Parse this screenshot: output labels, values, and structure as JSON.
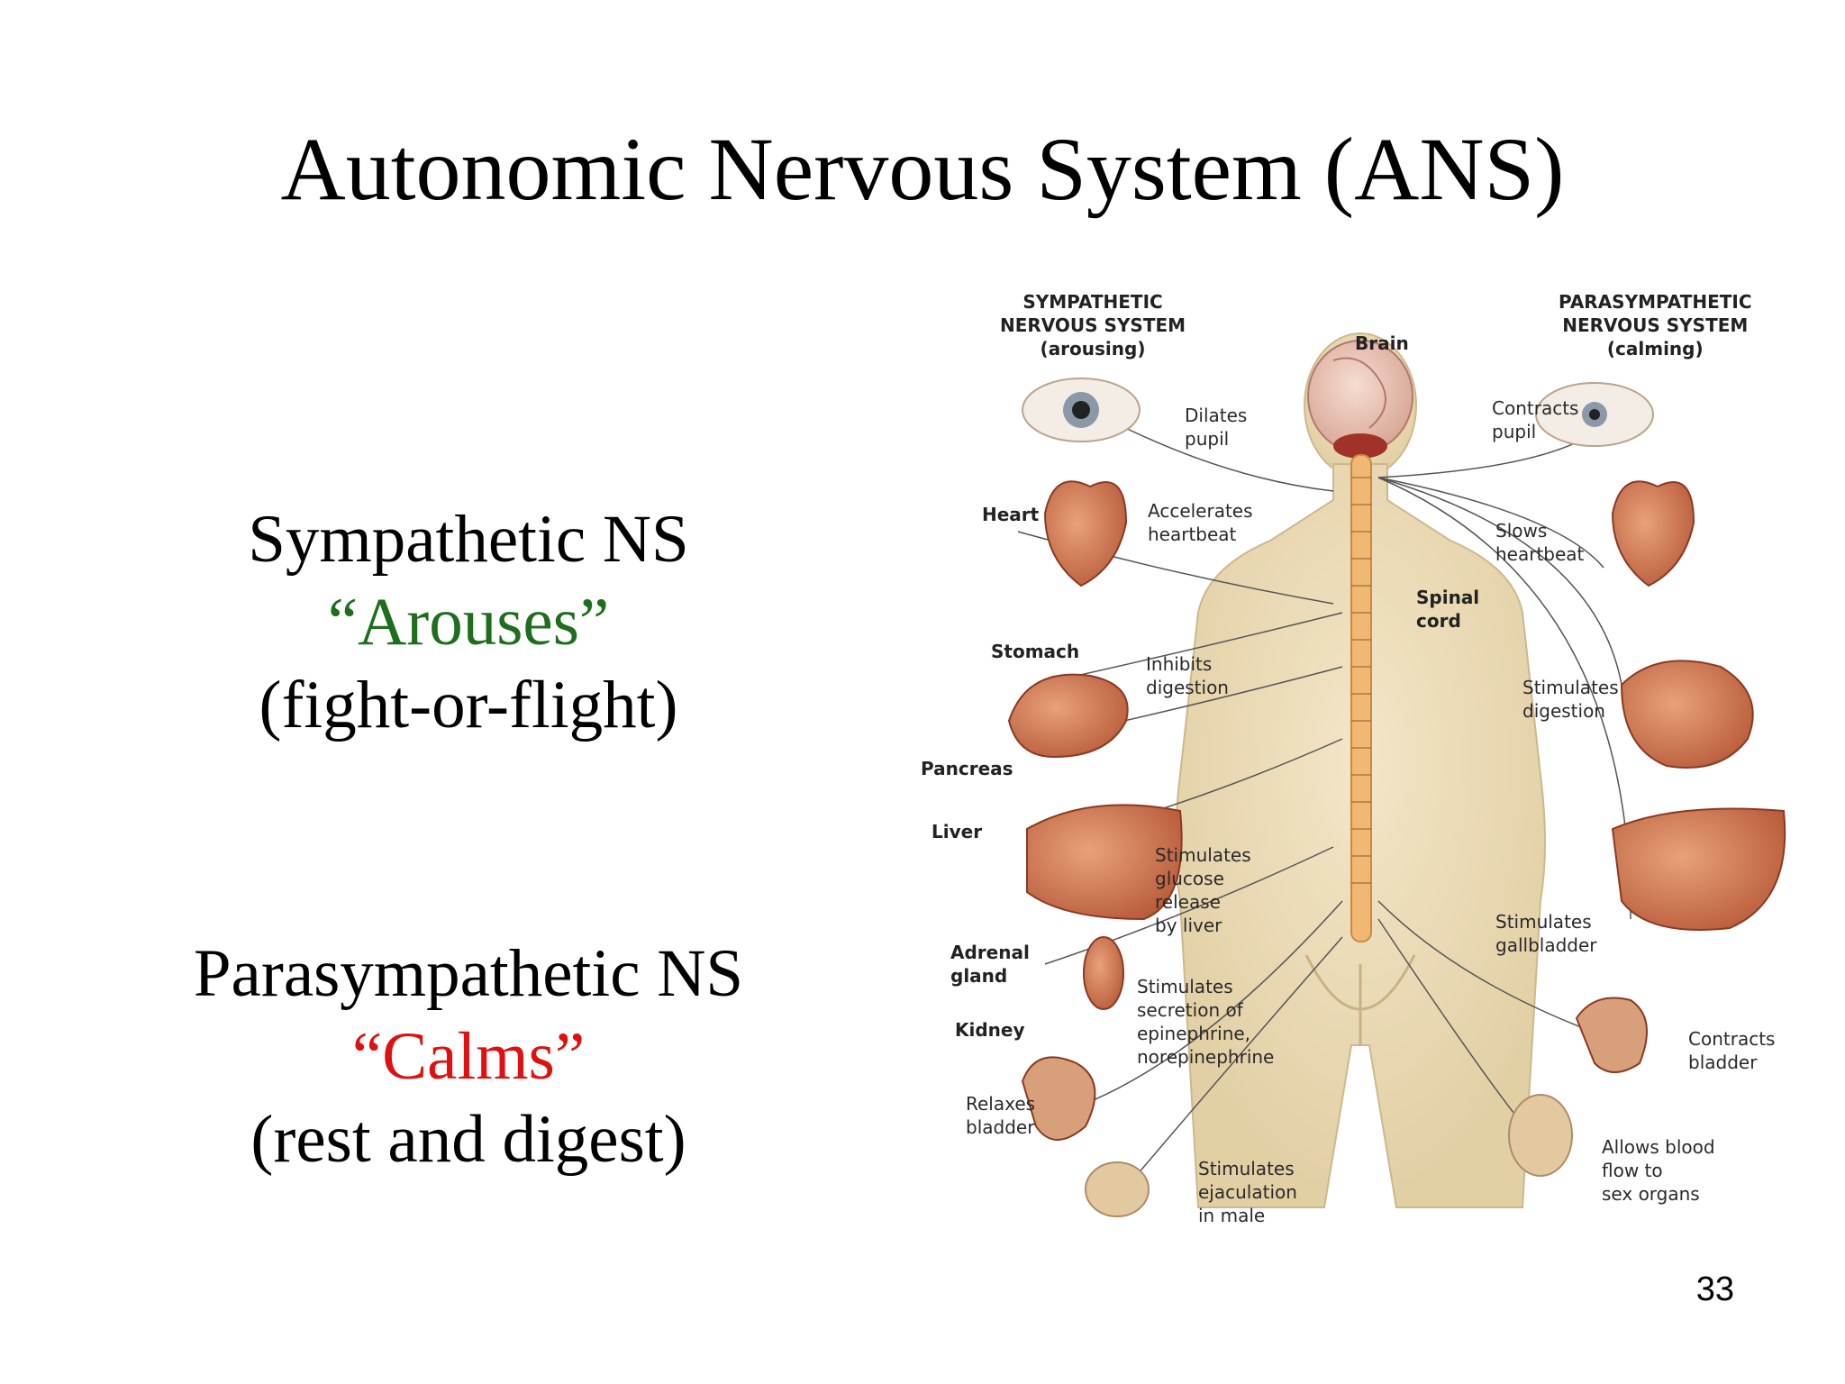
{
  "slide": {
    "title": "Autonomic Nervous System (ANS)",
    "page_number": "33",
    "sympathetic": {
      "name": "Sympathetic NS",
      "quote": "“Arouses”",
      "note": "(fight-or-flight)"
    },
    "parasympathetic": {
      "name": "Parasympathetic NS",
      "quote": "“Calms”",
      "note": "(rest and digest)"
    }
  },
  "colors": {
    "arouses": "#1e6e1e",
    "calms": "#e01010"
  },
  "diagram": {
    "headers": {
      "sympathetic": "SYMPATHETIC\nNERVOUS SYSTEM\n(arousing)",
      "parasympathetic": "PARASYMPATHETIC\nNERVOUS SYSTEM\n(calming)",
      "brain": "Brain",
      "spinal_cord": "Spinal\ncord"
    },
    "organs": {
      "heart": "Heart",
      "stomach": "Stomach",
      "pancreas": "Pancreas",
      "liver": "Liver",
      "adrenal": "Adrenal\ngland",
      "kidney": "Kidney"
    },
    "sympathetic_effects": {
      "pupil": "Dilates\npupil",
      "heart": "Accelerates\nheartbeat",
      "digestion": "Inhibits\ndigestion",
      "glucose": "Stimulates\nglucose\nrelease\nby liver",
      "secretion": "Stimulates\nsecretion of\nepinephrine,\nnorepinephrine",
      "bladder": "Relaxes\nbladder",
      "ejaculation": "Stimulates\nejaculation\nin male"
    },
    "parasympathetic_effects": {
      "pupil": "Contracts\npupil",
      "heart": "Slows\nheartbeat",
      "digestion": "Stimulates\ndigestion",
      "gallbladder": "Stimulates\ngallbladder",
      "bladder": "Contracts\nbladder",
      "blood": "Allows blood\nflow to\nsex organs"
    }
  }
}
